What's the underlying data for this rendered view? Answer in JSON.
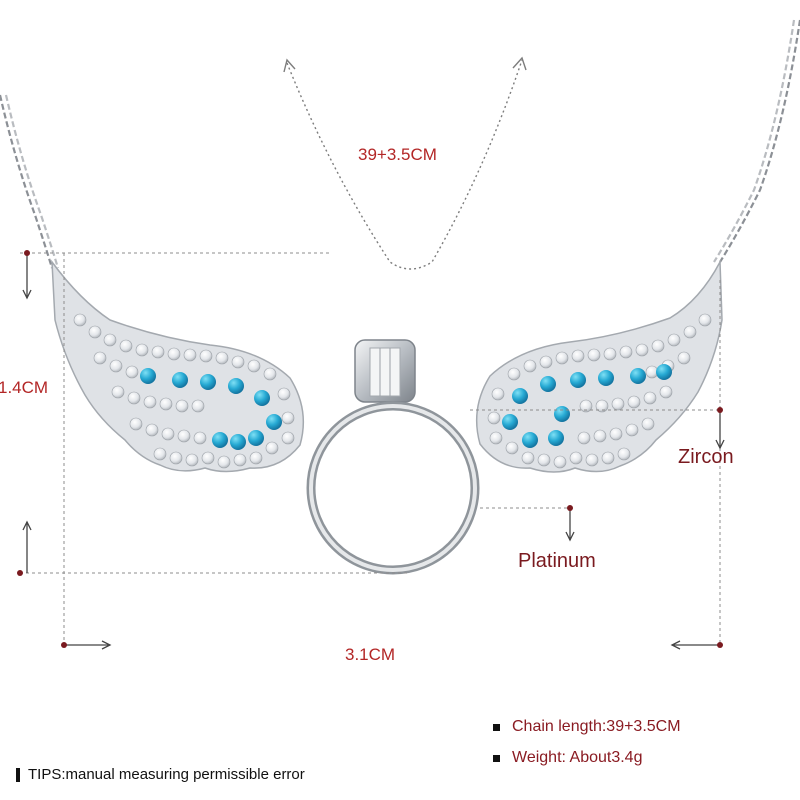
{
  "measurements": {
    "chain_length": "39+3.5CM",
    "height": "1.4CM",
    "width": "3.1CM"
  },
  "callouts": {
    "zircon": "Zircon",
    "platinum": "Platinum"
  },
  "specs": {
    "chain_length": "Chain length:39+3.5CM",
    "weight": "Weight: About3.4g"
  },
  "tips": "TIPS:manual measuring permissible error",
  "colors": {
    "dimension_text": "#b32626",
    "label_text": "#7a1a1f",
    "turquoise_stone": "#2ab0d6",
    "zircon_stone": "#e9ecef",
    "metal": "#c7cbd0"
  }
}
